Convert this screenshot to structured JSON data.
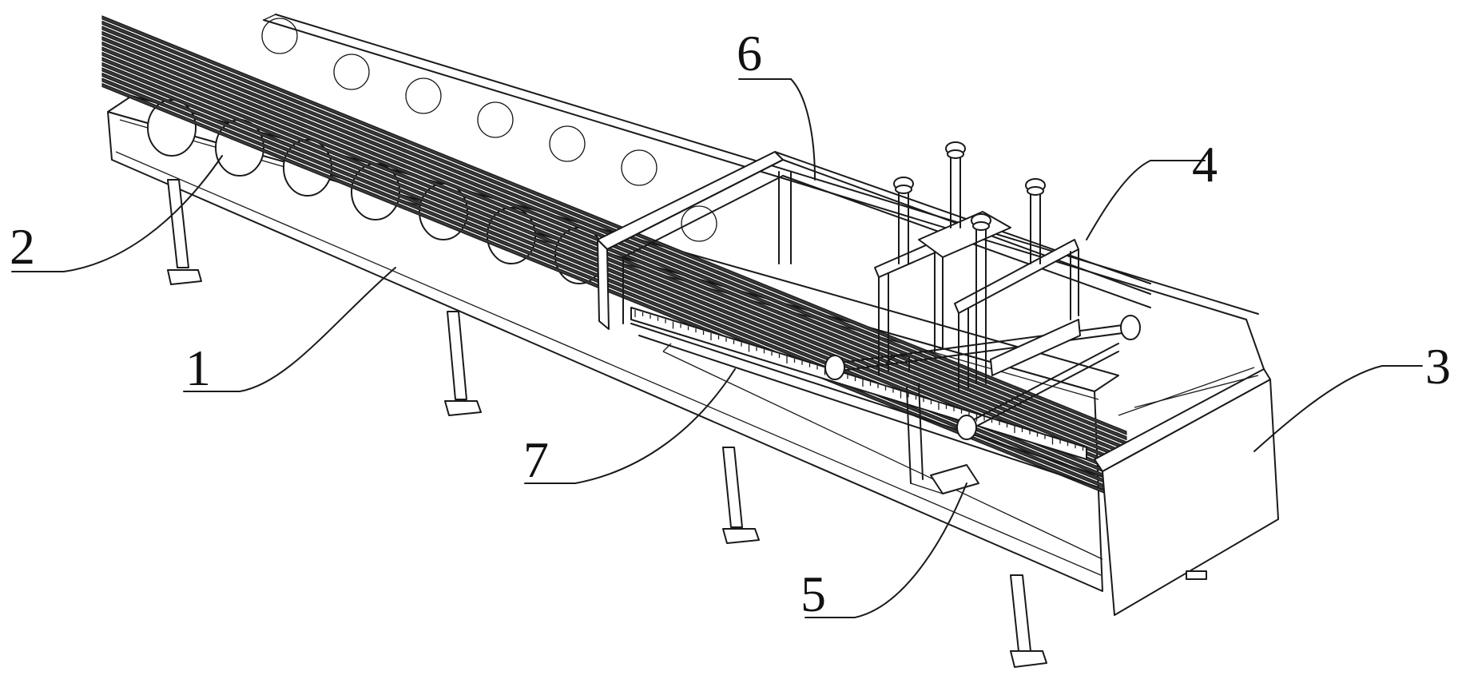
{
  "figure": {
    "reference_numerals": [
      {
        "id": "1",
        "label": "1"
      },
      {
        "id": "2",
        "label": "2"
      },
      {
        "id": "3",
        "label": "3"
      },
      {
        "id": "4",
        "label": "4"
      },
      {
        "id": "5",
        "label": "5"
      },
      {
        "id": "6",
        "label": "6"
      },
      {
        "id": "7",
        "label": "7"
      }
    ]
  },
  "colors": {
    "line": "#1a1a1a",
    "background": "#ffffff",
    "rod_fill": "#3a3a3a"
  }
}
